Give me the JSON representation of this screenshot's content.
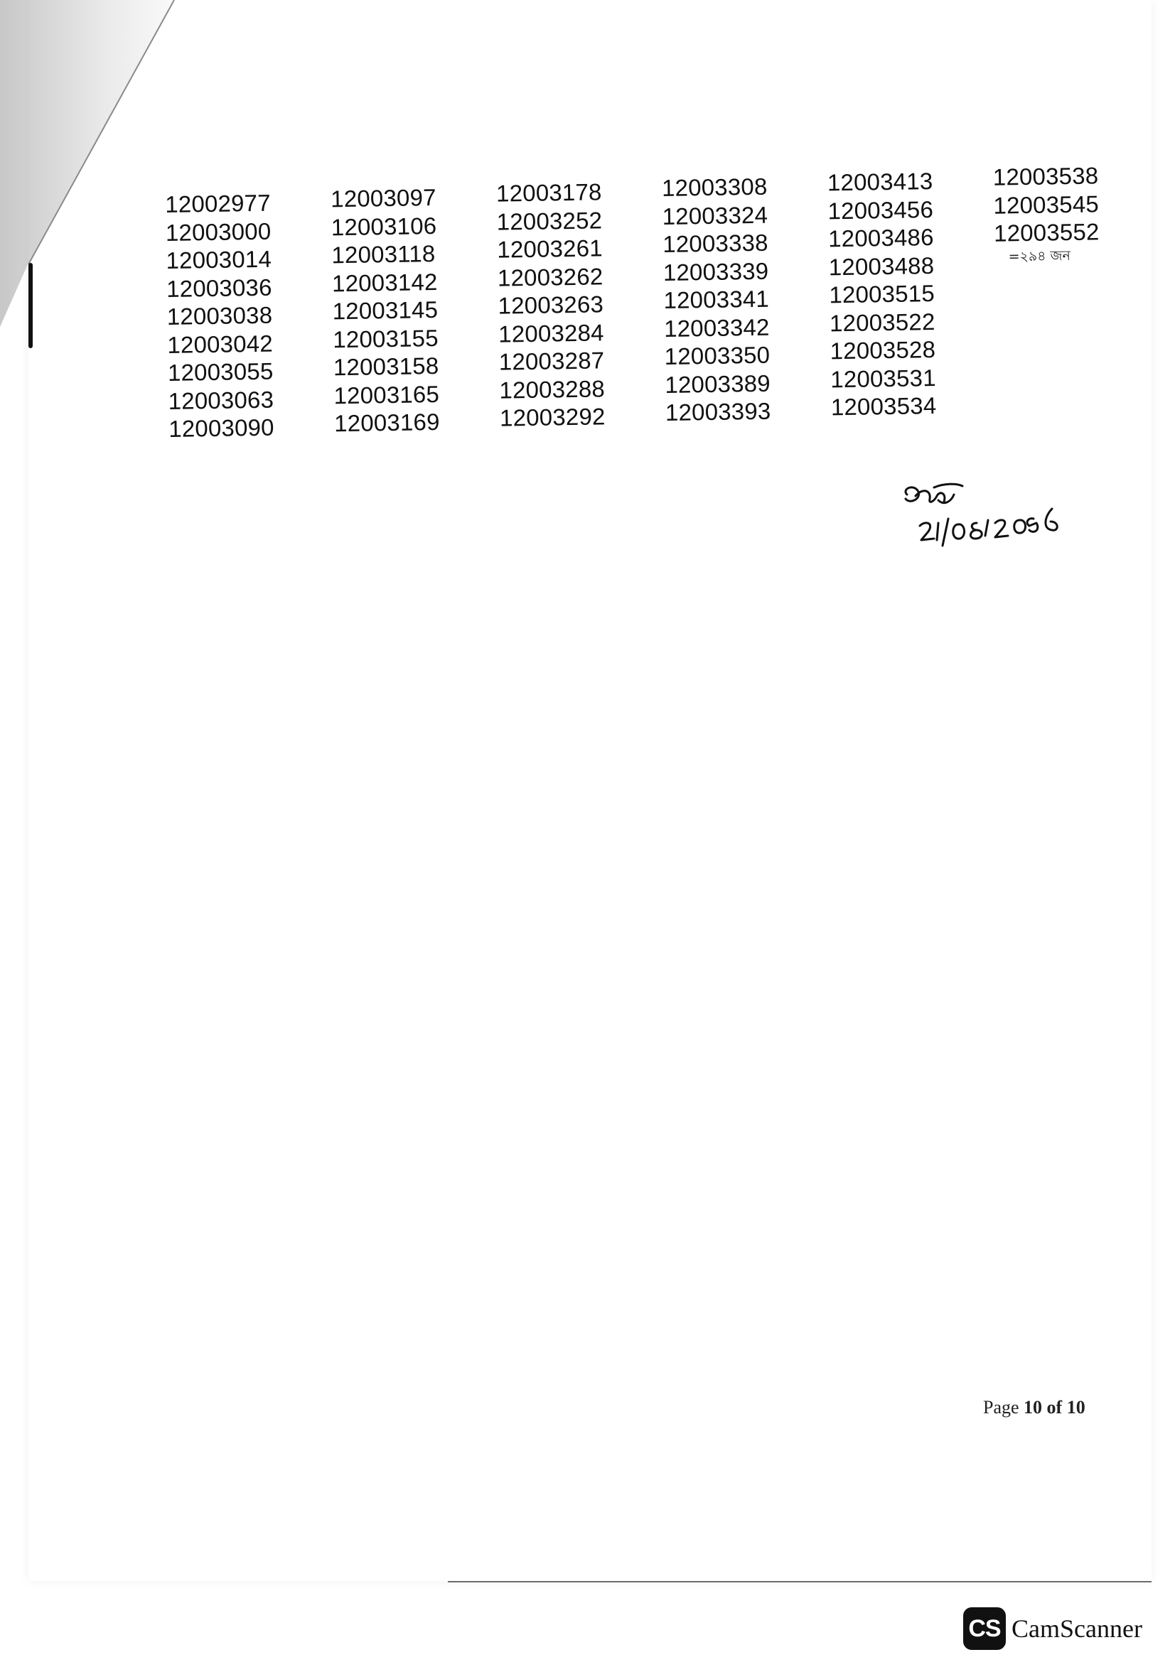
{
  "roll_columns": [
    [
      "12002977",
      "12003000",
      "12003014",
      "12003036",
      "12003038",
      "12003042",
      "12003055",
      "12003063",
      "12003090"
    ],
    [
      "12003097",
      "12003106",
      "12003118",
      "12003142",
      "12003145",
      "12003155",
      "12003158",
      "12003165",
      "12003169"
    ],
    [
      "12003178",
      "12003252",
      "12003261",
      "12003262",
      "12003263",
      "12003284",
      "12003287",
      "12003288",
      "12003292"
    ],
    [
      "12003308",
      "12003324",
      "12003338",
      "12003339",
      "12003341",
      "12003342",
      "12003350",
      "12003389",
      "12003393"
    ],
    [
      "12003413",
      "12003456",
      "12003486",
      "12003488",
      "12003515",
      "12003522",
      "12003528",
      "12003531",
      "12003534"
    ],
    [
      "12003538",
      "12003545",
      "12003552"
    ]
  ],
  "total_note": "=২৯৪ জন",
  "signature": {
    "handwritten_date": "21/08/2026"
  },
  "page_label": {
    "prefix": "Page ",
    "current": "10",
    "middle": " of ",
    "total": "10"
  },
  "watermark": {
    "badge": "CS",
    "name": "CamScanner"
  }
}
